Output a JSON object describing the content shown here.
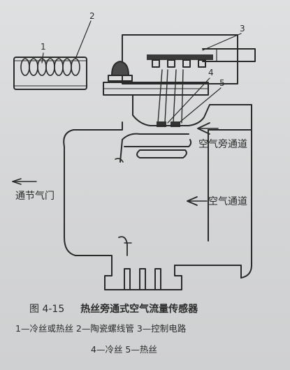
{
  "labels": {
    "n1": "1",
    "n2": "2",
    "n3": "3",
    "n4": "4",
    "n5": "5",
    "bypass_channel": "空气旁通道",
    "air_channel": "空气通道",
    "to_throttle": "通节气门"
  },
  "caption": {
    "figure_no": "图 4-15",
    "title": "热丝旁通式空气流量传感器"
  },
  "legend": {
    "line1": "1—冷丝或热丝   2—陶瓷螺线管   3—控制电路",
    "line2": "4—冷丝   5—热丝"
  }
}
